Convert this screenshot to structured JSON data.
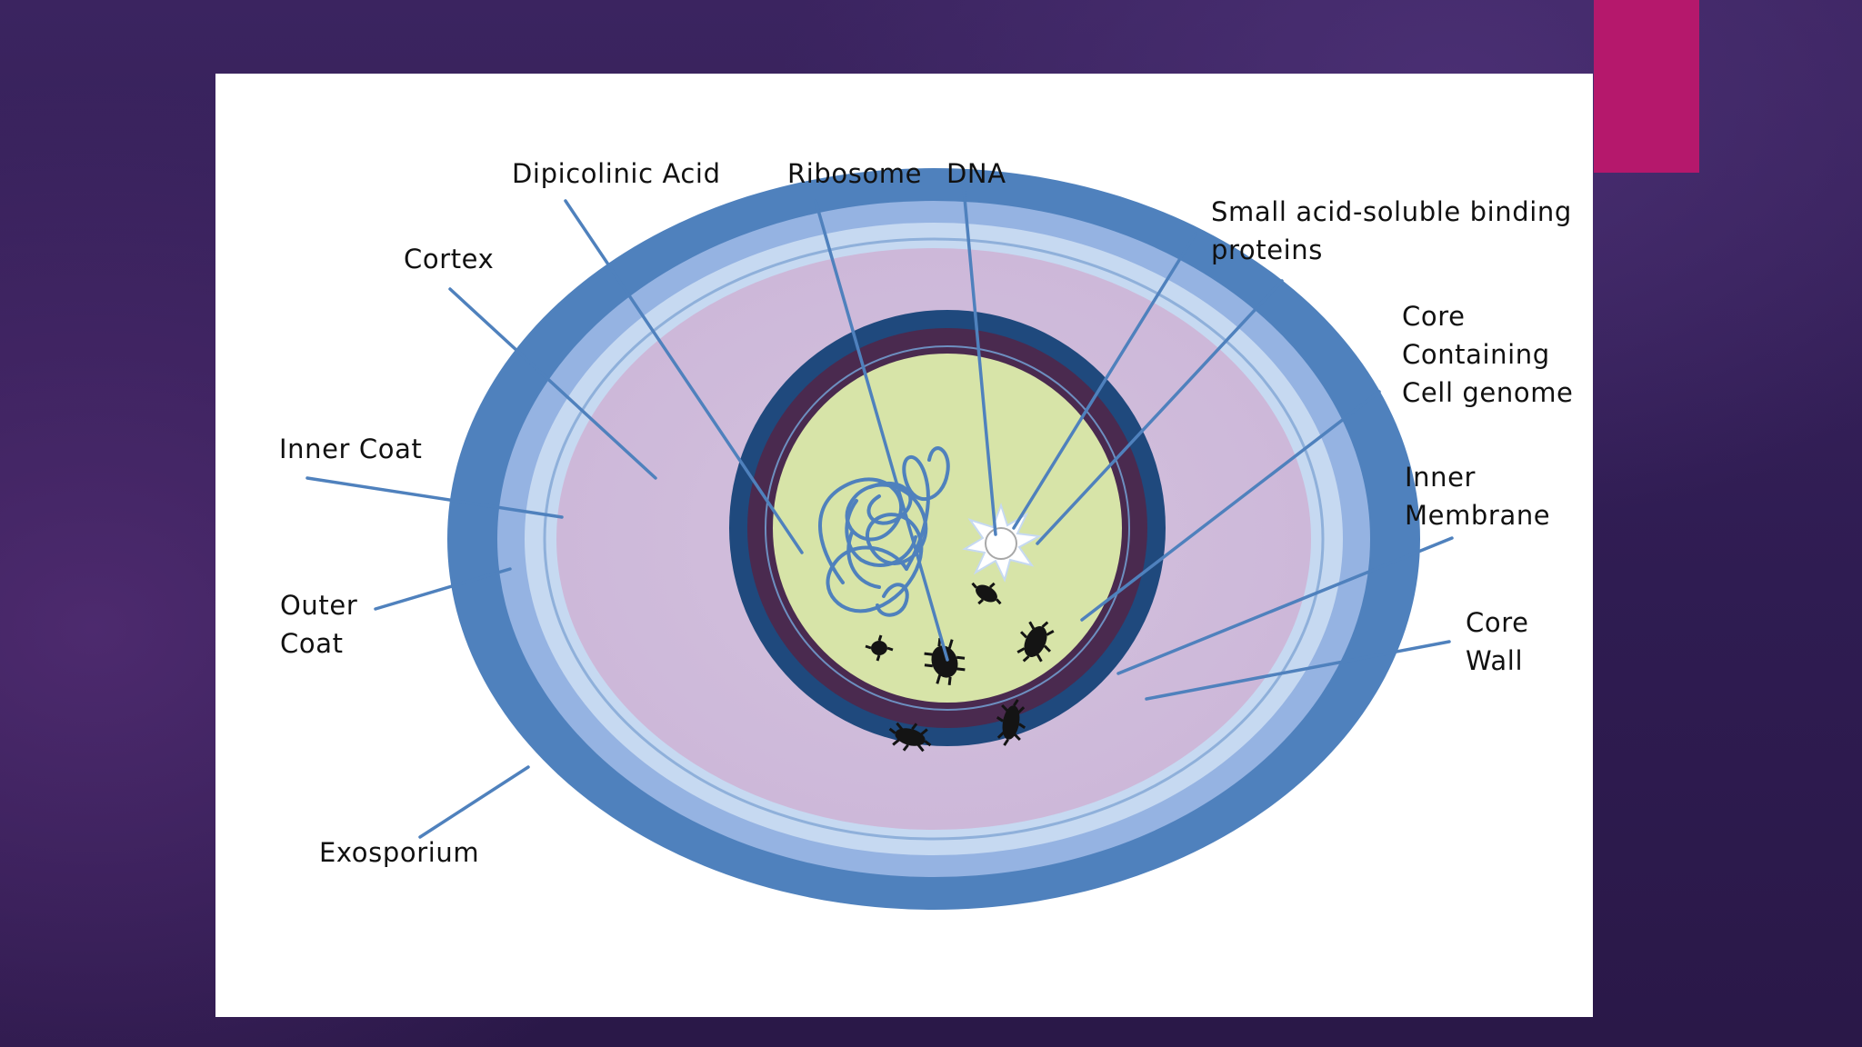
{
  "diagram": {
    "labels": {
      "dipicolinic_acid": "Dipicolinic Acid",
      "ribosome": "Ribosome",
      "dna": "DNA",
      "sasp": [
        "Small acid-soluble binding",
        "proteins"
      ],
      "cortex": "Cortex",
      "core_genome": [
        "Core",
        "Containing",
        "Cell genome"
      ],
      "inner_coat": "Inner Coat",
      "inner_membrane": [
        "Inner",
        "Membrane"
      ],
      "outer_coat": [
        "Outer",
        "Coat"
      ],
      "core_wall": [
        "Core",
        "Wall"
      ],
      "exosporium": "Exosporium"
    },
    "colors": {
      "exosporium": "#4f81bd",
      "outer_coat": "#95b3e2",
      "inner_coat": "#c6d9f1",
      "cortex": "#d4c2de",
      "core_wall": "#1f497d",
      "inner_membrane": "#4a2a4f",
      "core": "#d7e4a8",
      "leader": "#4f81bd",
      "accent": "#b5186c"
    }
  }
}
